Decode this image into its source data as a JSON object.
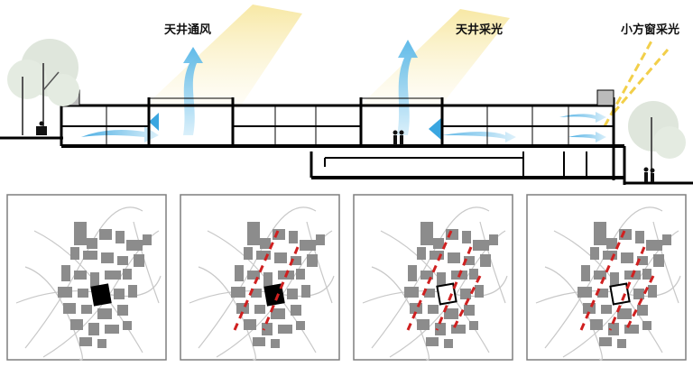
{
  "section": {
    "labels": [
      "天井通风",
      "天井采光",
      "小方窗采光"
    ]
  },
  "colors": {
    "line": "#000000",
    "floor_fill": "#ffffff",
    "sun_glow": "#f7e7a0",
    "air_flow": "#4fb3e6",
    "plan_bg": "#ffffff",
    "plan_border": "#7f7f7f",
    "plan_building": "#8c8c8c",
    "plan_road": "#c8c8c8",
    "axis_red": "#d02020",
    "highlight": "#000000"
  },
  "plans": [
    {
      "name": "site-plan-original",
      "axis": false,
      "block": "solid"
    },
    {
      "name": "site-plan-axis",
      "axis": true,
      "block": "solid"
    },
    {
      "name": "site-plan-courtyard",
      "axis": true,
      "block": "outline"
    },
    {
      "name": "site-plan-final",
      "axis": true,
      "block": "outline"
    }
  ]
}
